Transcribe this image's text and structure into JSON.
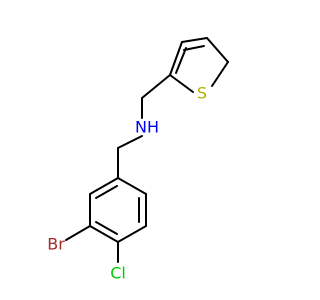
{
  "molecule": {
    "atoms": {
      "nitrogen": "NH",
      "sulfur": "S",
      "bromine": "Br",
      "chlorine": "Cl"
    },
    "colors": {
      "nitrogen": "#0000ff",
      "sulfur": "#b2b200",
      "bromine": "#a52a2a",
      "chlorine": "#00cc00",
      "bond": "#000000",
      "background": "#ffffff"
    }
  }
}
